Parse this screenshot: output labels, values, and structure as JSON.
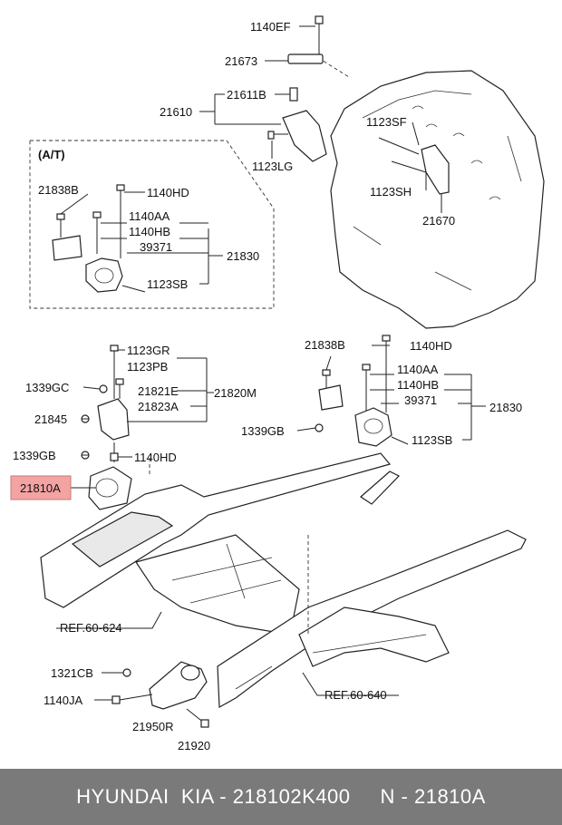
{
  "labels": {
    "p1140EF": "1140EF",
    "p21673": "21673",
    "p21611B": "21611B",
    "p21610": "21610",
    "p1123LG": "1123LG",
    "p1123SF": "1123SF",
    "p1123SH": "1123SH",
    "p21670": "21670",
    "at": "(A/T)",
    "at_21838B": "21838B",
    "at_1140HD": "1140HD",
    "at_1140AA": "1140AA",
    "at_1140HB": "1140HB",
    "at_39371": "39371",
    "at_21830": "21830",
    "at_1123SB": "1123SB",
    "p1123GR": "1123GR",
    "p1123PB": "1123PB",
    "p1339GC": "1339GC",
    "p21821E": "21821E",
    "p21820M": "21820M",
    "p21845": "21845",
    "p21823A": "21823A",
    "p1339GB_l": "1339GB",
    "p1140HD_l": "1140HD",
    "p21810A": "21810A",
    "r_21838B": "21838B",
    "r_1140HD": "1140HD",
    "r_1140AA": "1140AA",
    "r_1140HB": "1140HB",
    "r_39371": "39371",
    "r_21830": "21830",
    "r_1339GB": "1339GB",
    "r_1123SB": "1123SB",
    "ref60624": "REF.60-624",
    "ref60640": "REF.60-640",
    "p1321CB": "1321CB",
    "p1140JA": "1140JA",
    "p21950R": "21950R",
    "p21920": "21920"
  },
  "highlight_color": "#f4a3a3",
  "footer": {
    "text": "HYUNDAI  KIA - 218102K400     N - 21810A"
  }
}
